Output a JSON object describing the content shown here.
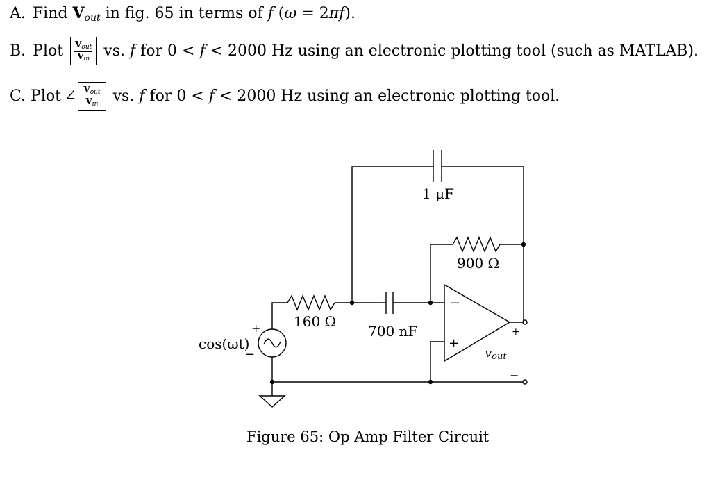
{
  "questions": {
    "a": {
      "label": "A.",
      "t1": "Find",
      "t2": " in fig. 65 in terms of ",
      "f1": "f",
      "t3": " (",
      "w": "ω",
      "t4": " = 2",
      "pi": "π",
      "f2": "f",
      "t5": ")."
    },
    "b": {
      "label": "B.",
      "t1": "Plot",
      "vs": "vs. ",
      "f1": "f",
      "t2": " for 0 < ",
      "f2": "f",
      "t3": " < 2000 Hz using an electronic plotting tool (such as MATLAB)."
    },
    "c": {
      "label": "C. Plot",
      "angle": "∠",
      "vs": "vs. ",
      "f1": "f",
      "t2": " for 0 < ",
      "f2": "f",
      "t3": " < 2000 Hz using an electronic plotting tool."
    }
  },
  "symbols": {
    "V": "V",
    "out": "out",
    "in": "in"
  },
  "circuit": {
    "source_label": "cos(ωt)",
    "plus": "+",
    "minus": "−",
    "r1_label": "160 Ω",
    "c1_label": "700 nF",
    "c2_label": "1 μF",
    "r2_label": "900 Ω",
    "vout_label": "v",
    "vout_sub": "out",
    "opamp_minus": "−",
    "opamp_plus": "+"
  },
  "caption": "Figure 65: Op Amp Filter Circuit"
}
